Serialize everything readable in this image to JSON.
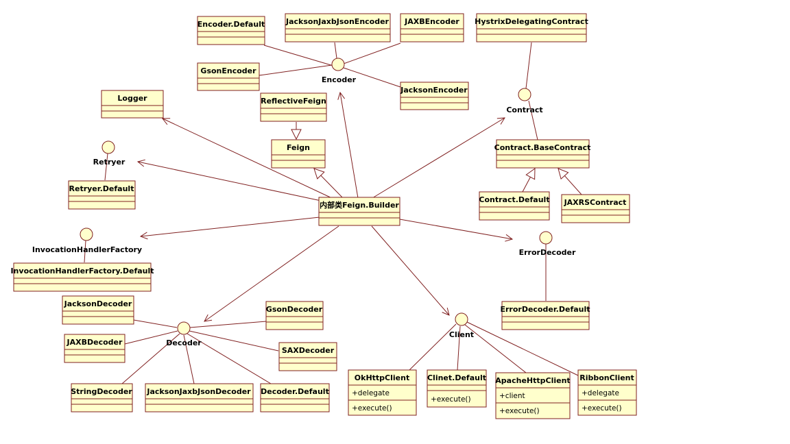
{
  "colors": {
    "box_fill": "#ffffcc",
    "box_stroke": "#7f1f1f",
    "line": "#7f1f1f"
  },
  "classes": {
    "encoder_default": {
      "name": "Encoder.Default"
    },
    "jackson_jaxb_json_encoder": {
      "name": "JacksonJaxbJsonEncoder"
    },
    "jaxb_encoder": {
      "name": "JAXBEncoder"
    },
    "hystrix_delegating_contract": {
      "name": "HystrixDelegatingContract"
    },
    "gson_encoder": {
      "name": "GsonEncoder"
    },
    "jackson_encoder": {
      "name": "JacksonEncoder"
    },
    "logger": {
      "name": "Logger"
    },
    "reflective_feign": {
      "name": "ReflectiveFeign"
    },
    "feign": {
      "name": "Feign"
    },
    "contract_base_contract": {
      "name": "Contract.BaseContract"
    },
    "retryer_default": {
      "name": "Retryer.Default"
    },
    "feign_builder": {
      "name": "内部类Feign.Builder"
    },
    "contract_default": {
      "name": "Contract.Default"
    },
    "jaxrs_contract": {
      "name": "JAXRSContract"
    },
    "invocation_handler_factory_default": {
      "name": "InvocationHandlerFactory.Default"
    },
    "jackson_decoder": {
      "name": "JacksonDecoder"
    },
    "gson_decoder": {
      "name": "GsonDecoder"
    },
    "error_decoder_default": {
      "name": "ErrorDecoder.Default"
    },
    "jaxb_decoder": {
      "name": "JAXBDecoder"
    },
    "sax_decoder": {
      "name": "SAXDecoder"
    },
    "string_decoder": {
      "name": "StringDecoder"
    },
    "jackson_jaxb_json_decoder": {
      "name": "JacksonJaxbJsonDecoder"
    },
    "decoder_default": {
      "name": "Decoder.Default"
    },
    "ok_http_client": {
      "name": "OkHttpClient",
      "attr": "+delegate",
      "op": "+execute()"
    },
    "clinet_default": {
      "name": "Clinet.Default",
      "op": "+execute()"
    },
    "apache_http_client": {
      "name": "ApacheHttpClient",
      "attr": "+client",
      "op": "+execute()"
    },
    "ribbon_client": {
      "name": "RibbonClient",
      "attr": "+delegate",
      "op": "+execute()"
    }
  },
  "interfaces": {
    "encoder": {
      "label": "Encoder"
    },
    "contract": {
      "label": "Contract"
    },
    "retryer": {
      "label": "Retryer"
    },
    "invocation_handler_factory": {
      "label": "InvocationHandlerFactory"
    },
    "error_decoder": {
      "label": "ErrorDecoder"
    },
    "decoder": {
      "label": "Decoder"
    },
    "client": {
      "label": "Client"
    }
  }
}
